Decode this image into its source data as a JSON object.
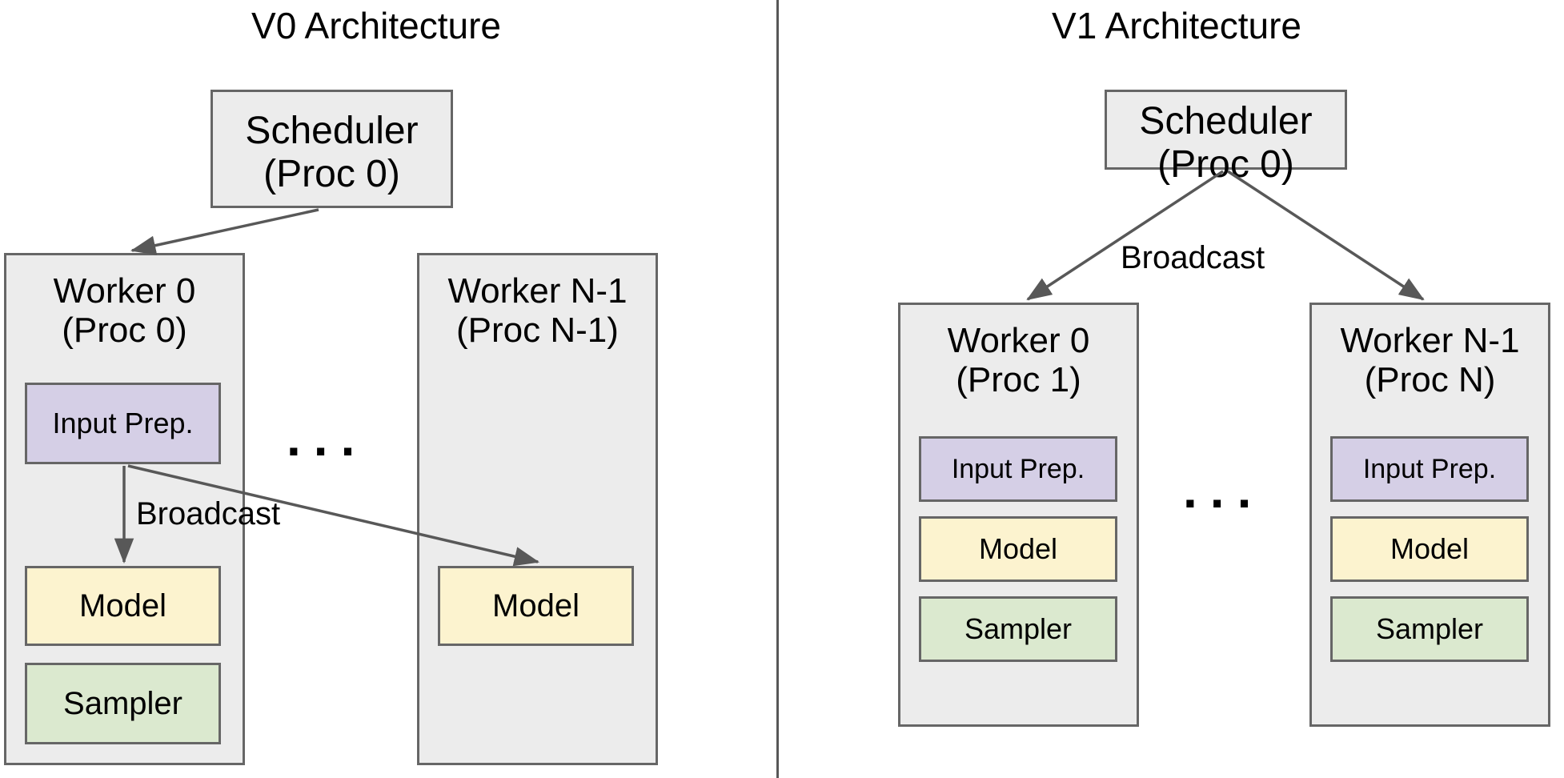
{
  "panels": [
    {
      "id": "v0",
      "title": "V0 Architecture",
      "scheduler": {
        "label": "Scheduler\n(Proc 0)"
      },
      "workers": [
        {
          "label": "Worker 0\n(Proc 0)",
          "components": [
            {
              "name": "Input Prep.",
              "color": "#d5cfe6"
            },
            {
              "name": "Model",
              "color": "#fcf3cf"
            },
            {
              "name": "Sampler",
              "color": "#dbe9cf"
            }
          ]
        },
        {
          "label": "Worker N-1\n(Proc N-1)",
          "components": [
            {
              "name": "Model",
              "color": "#fcf3cf"
            }
          ]
        }
      ],
      "edge_labels": [
        "Broadcast"
      ],
      "ellipsis": "..."
    },
    {
      "id": "v1",
      "title": "V1 Architecture",
      "scheduler": {
        "label": "Scheduler\n(Proc 0)"
      },
      "workers": [
        {
          "label": "Worker 0\n(Proc 1)",
          "components": [
            {
              "name": "Input Prep.",
              "color": "#d5cfe6"
            },
            {
              "name": "Model",
              "color": "#fcf3cf"
            },
            {
              "name": "Sampler",
              "color": "#dbe9cf"
            }
          ]
        },
        {
          "label": "Worker N-1\n(Proc N)",
          "components": [
            {
              "name": "Input Prep.",
              "color": "#d5cfe6"
            },
            {
              "name": "Model",
              "color": "#fcf3cf"
            },
            {
              "name": "Sampler",
              "color": "#dbe9cf"
            }
          ]
        }
      ],
      "edge_labels": [
        "Broadcast"
      ],
      "ellipsis": "..."
    }
  ],
  "style": {
    "box_fill": "#ececec",
    "box_stroke": "#666666",
    "arrow_color": "#585858",
    "divider_color": "#585858",
    "text_color": "#000000"
  }
}
